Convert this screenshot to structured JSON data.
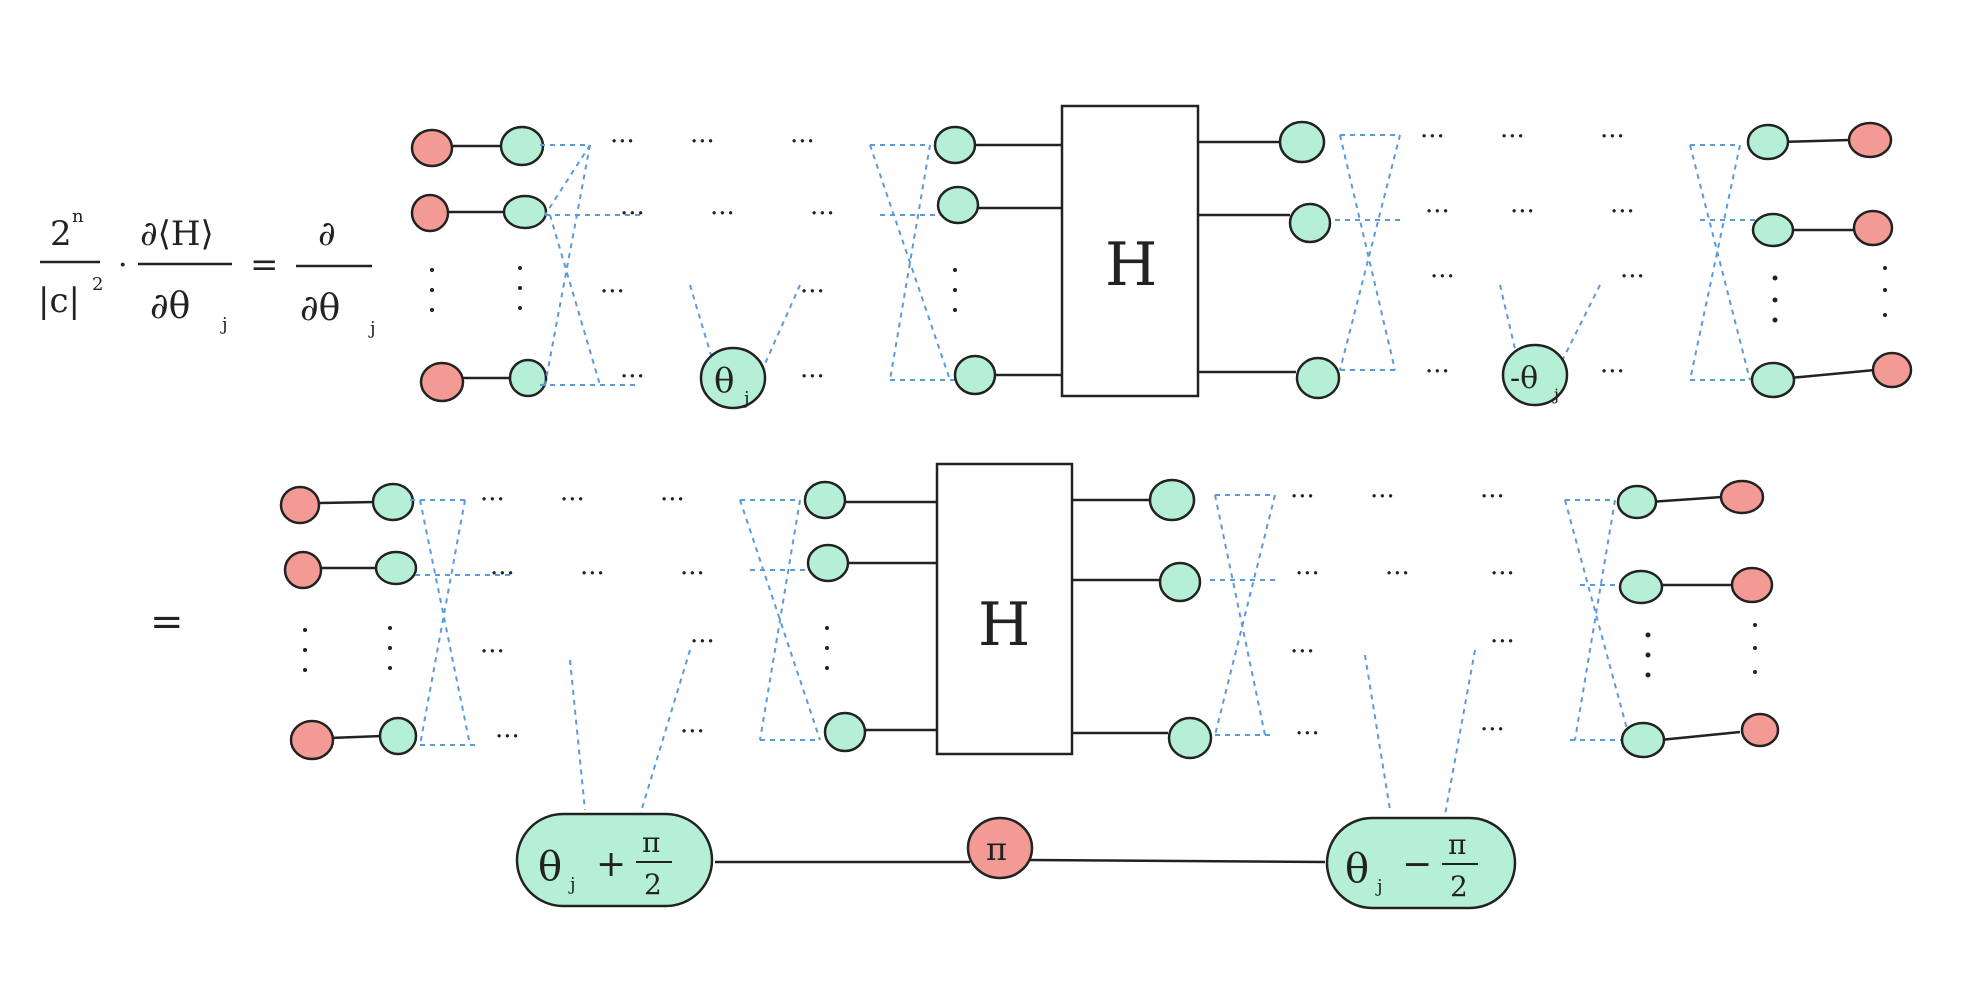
{
  "colors": {
    "ink": "#222222",
    "red_node": "#f29a93",
    "green_node": "#b5f0d6",
    "dashed": "#5b9bdc",
    "background": "#ffffff"
  },
  "equation": {
    "lhs_prefix_num": "2",
    "lhs_prefix_exp": "n",
    "lhs_prefix_den": "|c|",
    "lhs_prefix_den_exp": "2",
    "dot": "·",
    "deriv_num": "∂⟨H⟩",
    "deriv_den": "∂θ",
    "deriv_den_sub": "j",
    "equals": "=",
    "rhs_num": "∂",
    "rhs_den": "∂θ",
    "rhs_den_sub": "j",
    "second_equals": "="
  },
  "top_circuit": {
    "block_label": "H",
    "gate_left": "θ",
    "gate_left_sub": "j",
    "gate_right": "-θ",
    "gate_right_sub": "j",
    "ellipsis": "···"
  },
  "bottom_circuit": {
    "block_label": "H",
    "gate_left_theta": "θ",
    "gate_left_sub": "j",
    "gate_left_op": "+",
    "gate_left_frac_num": "π",
    "gate_left_frac_den": "2",
    "gate_right_theta": "θ",
    "gate_right_sub": "j",
    "gate_right_op": "−",
    "gate_right_frac_num": "π",
    "gate_right_frac_den": "2",
    "middle_node": "π",
    "ellipsis": "···"
  }
}
